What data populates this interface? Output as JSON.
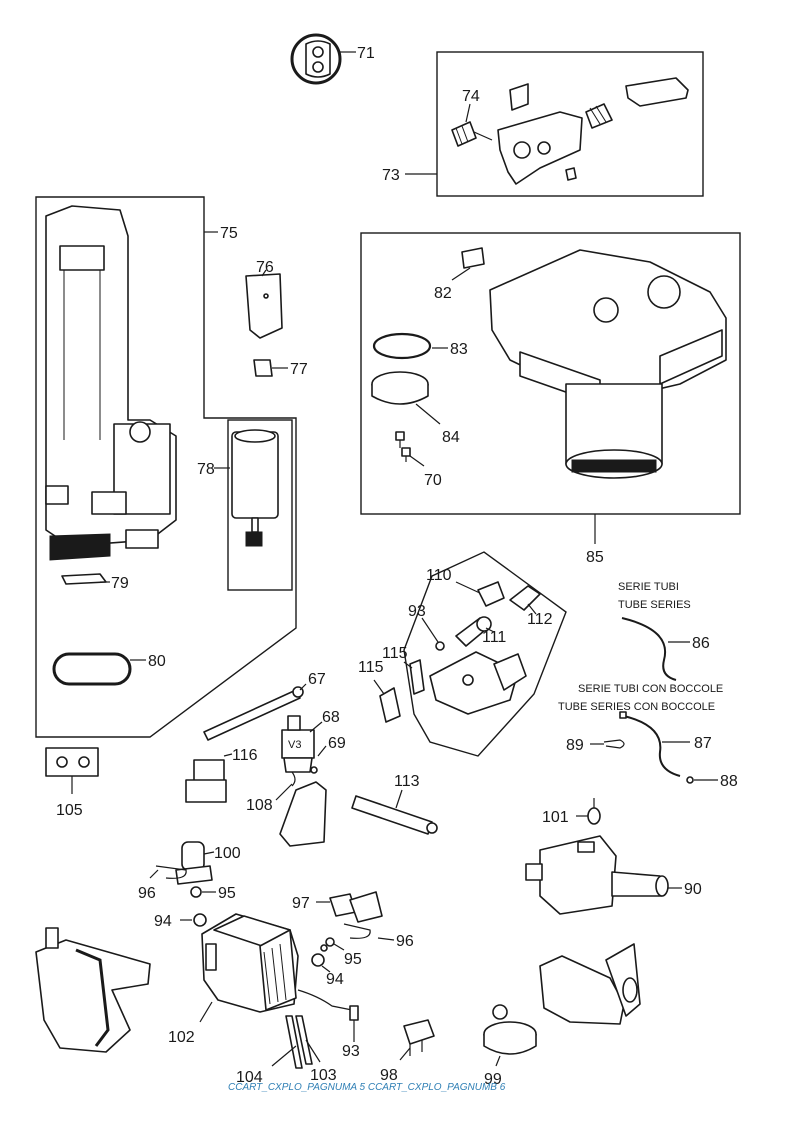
{
  "labels": {
    "p67": "67",
    "p68": "68",
    "p69": "69",
    "p70": "70",
    "p71": "71",
    "p73": "73",
    "p74": "74",
    "p75": "75",
    "p76": "76",
    "p77": "77",
    "p78": "78",
    "p79": "79",
    "p80": "80",
    "p82": "82",
    "p83": "83",
    "p84": "84",
    "p85": "85",
    "p86": "86",
    "p87": "87",
    "p88": "88",
    "p89": "89",
    "p90": "90",
    "p93a": "93",
    "p93b": "93",
    "p94a": "94",
    "p94b": "94",
    "p95a": "95",
    "p95b": "95",
    "p96a": "96",
    "p96b": "96",
    "p97": "97",
    "p98": "98",
    "p99": "99",
    "p100": "100",
    "p101": "101",
    "p102": "102",
    "p103": "103",
    "p104": "104",
    "p105": "105",
    "p108": "108",
    "p110": "110",
    "p111": "111",
    "p112": "112",
    "p113": "113",
    "p115a": "115",
    "p115b": "115",
    "p116": "116"
  },
  "notes": {
    "tube_series_it": "SERIE TUBI",
    "tube_series_en": "TUBE SERIES",
    "tube_bushings_it": "SERIE TUBI CON BOCCOLE",
    "tube_bushings_en": "TUBE SERIES CON BOCCOLE",
    "valve_marking": "V3"
  },
  "footer": "CCART_CXPLO_PAGNUMA 5 CCART_CXPLO_PAGNUMB 6"
}
